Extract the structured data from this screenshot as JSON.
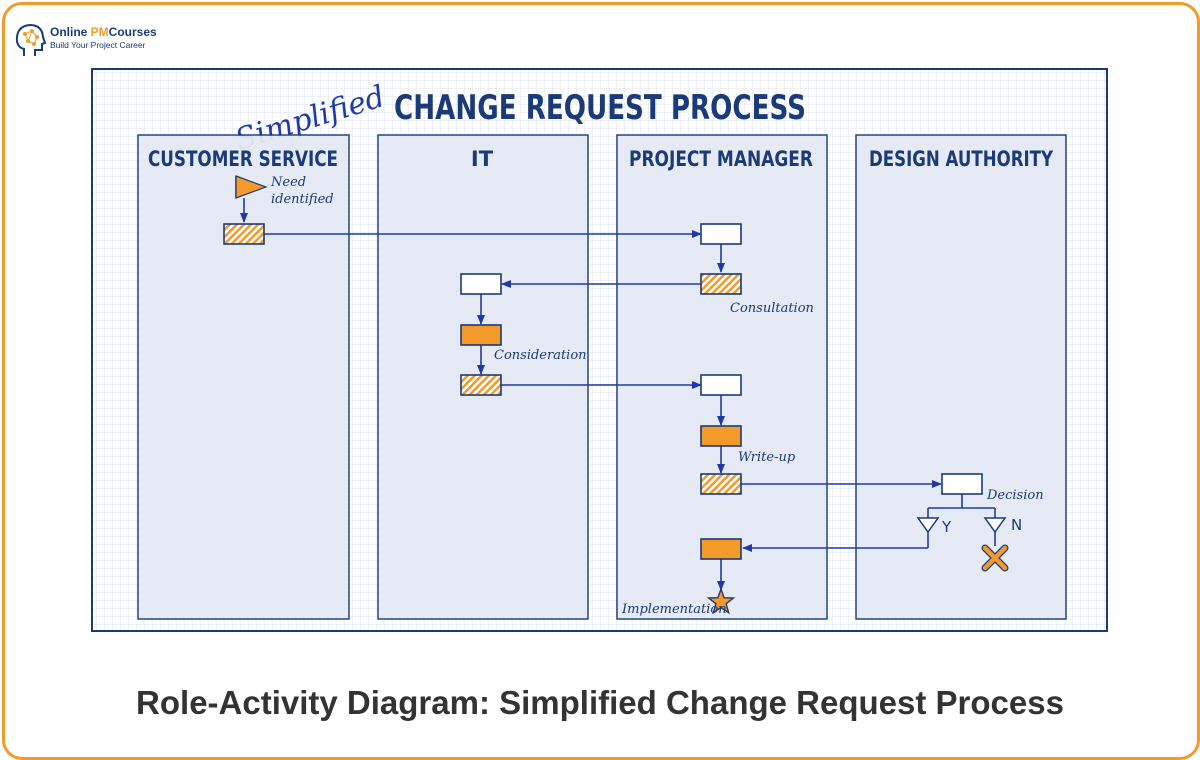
{
  "brand": {
    "name_part1": "Online ",
    "name_part2": "PM",
    "name_part3": "Courses",
    "tagline": "Build Your Project Career"
  },
  "diagram": {
    "title_script": "Simplified",
    "title": "CHANGE REQUEST PROCESS",
    "lanes": [
      {
        "label": "CUSTOMER SERVICE"
      },
      {
        "label": "IT"
      },
      {
        "label": "PROJECT MANAGER"
      },
      {
        "label": "DESIGN AUTHORITY"
      }
    ],
    "annotations": {
      "need_line1": "Need",
      "need_line2": "identified",
      "consultation": "Consultation",
      "consideration": "Consideration",
      "write_up": "Write-up",
      "decision": "Decision",
      "yes": "Y",
      "no": "N",
      "implementation": "Implementation"
    },
    "colors": {
      "accent": "#f39a2a",
      "lane_fill": "#e5e9f5",
      "line": "#1b3a78",
      "arrow": "#1f3aa8"
    }
  },
  "caption": "Role-Activity Diagram: Simplified Change Request Process"
}
